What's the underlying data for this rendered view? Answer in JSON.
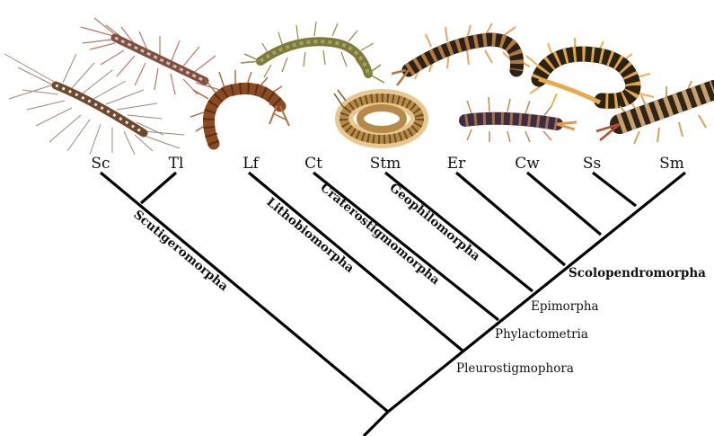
{
  "tips": [
    "Sc",
    "Tl",
    "Lf",
    "Ct",
    "Stm",
    "Er",
    "Cw",
    "Ss",
    "Sm"
  ],
  "node_labels": [
    "Epimorpha",
    "Phylactometria",
    "Pleurostigmophora"
  ],
  "group_labels": [
    "Scutigeromorpha",
    "Lithobiomorpha",
    "Craterostigmomorpha",
    "Geophilomorpha",
    "Scolopendromorpha"
  ],
  "colors": {
    "branch": "#000000",
    "centipede_body": "#7a4a26",
    "centipede_dark": "#3a2414",
    "centipede_leg": "#c99866",
    "scolopendra_band": "#e2a545"
  }
}
